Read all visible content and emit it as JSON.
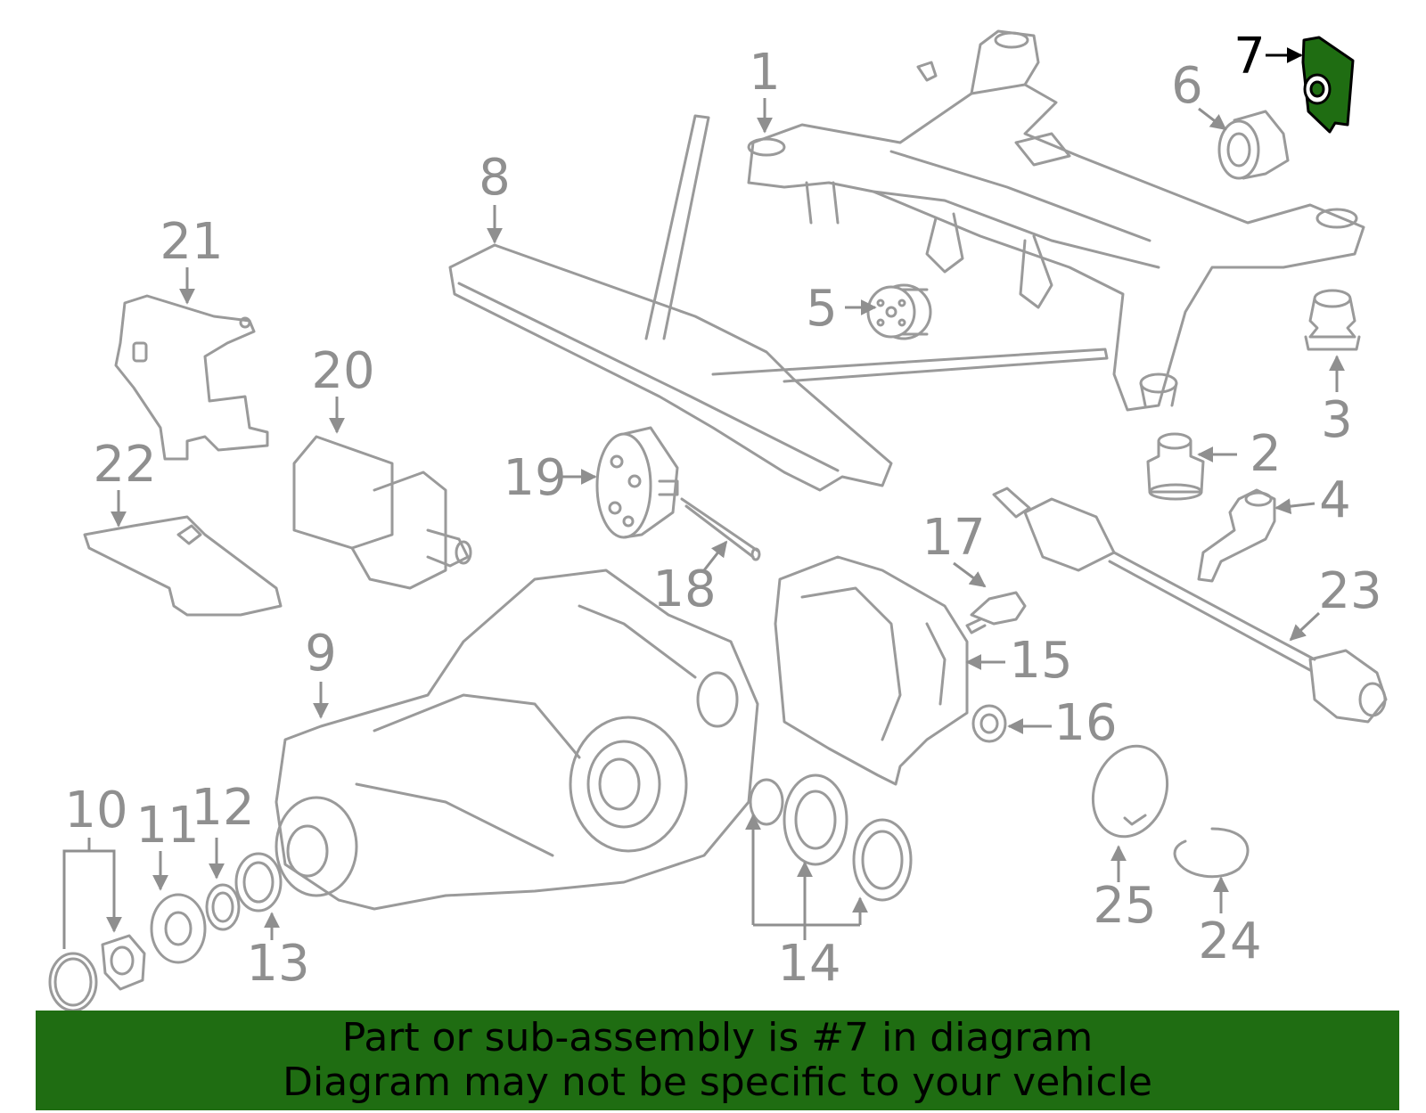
{
  "highlight_color": "#1f6d12",
  "part_color": "#9a9a9a",
  "highlighted_part": "7",
  "callouts": {
    "c1": "1",
    "c2": "2",
    "c3": "3",
    "c4": "4",
    "c5": "5",
    "c6": "6",
    "c7": "7",
    "c8": "8",
    "c9": "9",
    "c10": "10",
    "c11": "11",
    "c12": "12",
    "c13": "13",
    "c14": "14",
    "c15": "15",
    "c16": "16",
    "c17": "17",
    "c18": "18",
    "c19": "19",
    "c20": "20",
    "c21": "21",
    "c22": "22",
    "c23": "23",
    "c24": "24",
    "c25": "25"
  },
  "banner": {
    "line1": "Part or sub-assembly is #7 in diagram",
    "line2": "Diagram may not be specific to your vehicle"
  }
}
